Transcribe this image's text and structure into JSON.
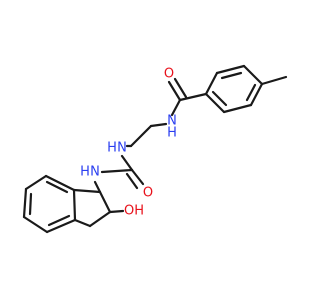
{
  "molecule": {
    "atoms": [
      {
        "id": "O1",
        "label": "O",
        "color": "#e8111b"
      },
      {
        "id": "N1",
        "label": "N",
        "hydrogen": "H",
        "color": "#2b3ff0"
      },
      {
        "id": "N2",
        "label": "N",
        "hydrogen": "H",
        "color": "#2b3ff0"
      },
      {
        "id": "O2",
        "label": "O",
        "color": "#e8111b"
      },
      {
        "id": "N3",
        "label": "N",
        "hydrogen": "H",
        "color": "#2b3ff0"
      },
      {
        "id": "OH",
        "label": "OH",
        "color": "#e8111b"
      }
    ],
    "bond_color": "#1a1a1a"
  }
}
